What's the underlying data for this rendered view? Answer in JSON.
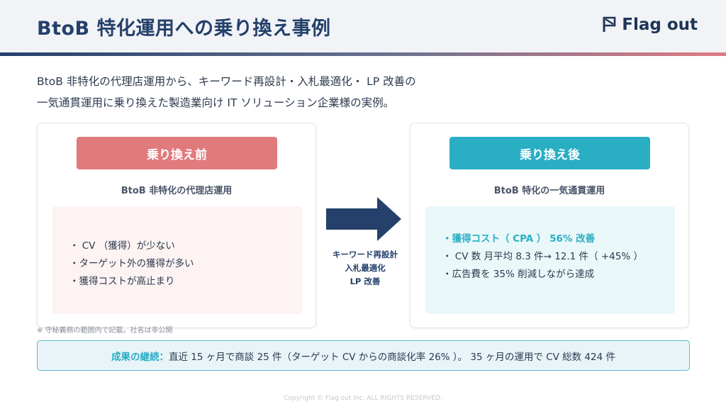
{
  "header": {
    "title": "BtoB 特化運用への乗り換え事例",
    "logo_text": "Flag out"
  },
  "intro": {
    "line1": "BtoB 非特化の代理店運用から、キーワード再設計・入札最適化・ LP 改善の",
    "line2": "一気通貫運用に乗り換えた製造業向け IT ソリューション企業様の実例。"
  },
  "before": {
    "label": "乗り換え前",
    "subtitle": "BtoB 非特化の代理店運用",
    "items": [
      "・ CV （獲得）が少ない",
      "・ターゲット外の獲得が多い",
      "・獲得コストが高止まり"
    ]
  },
  "arrow": {
    "lines": [
      "キーワード再設計",
      "入札最適化",
      "LP 改善"
    ]
  },
  "after": {
    "label": "乗り換え後",
    "subtitle": "BtoB 特化の一気通貫運用",
    "highlight": "・獲得コスト（ CPA ） 56% 改善",
    "items": [
      "・ CV 数 月平均 8.3 件→ 12.1 件（ +45% ）",
      "・広告費を 35% 削減しながら達成"
    ]
  },
  "note": "※ 守秘義務の範囲内で記載。社名は非公開",
  "result": {
    "label": "成果の継続：",
    "text": "直近 15 ヶ月で商談 25 件（ターゲット CV からの商談化率 26% ）。 35 ヶ月の運用で CV 総数 424 件"
  },
  "copyright": "Copyright © Flag out Inc. ALL RIGHTS RESERVED.",
  "colors": {
    "navy": "#24406b",
    "before_accent": "#e07a7d",
    "after_accent": "#2aaec4"
  }
}
